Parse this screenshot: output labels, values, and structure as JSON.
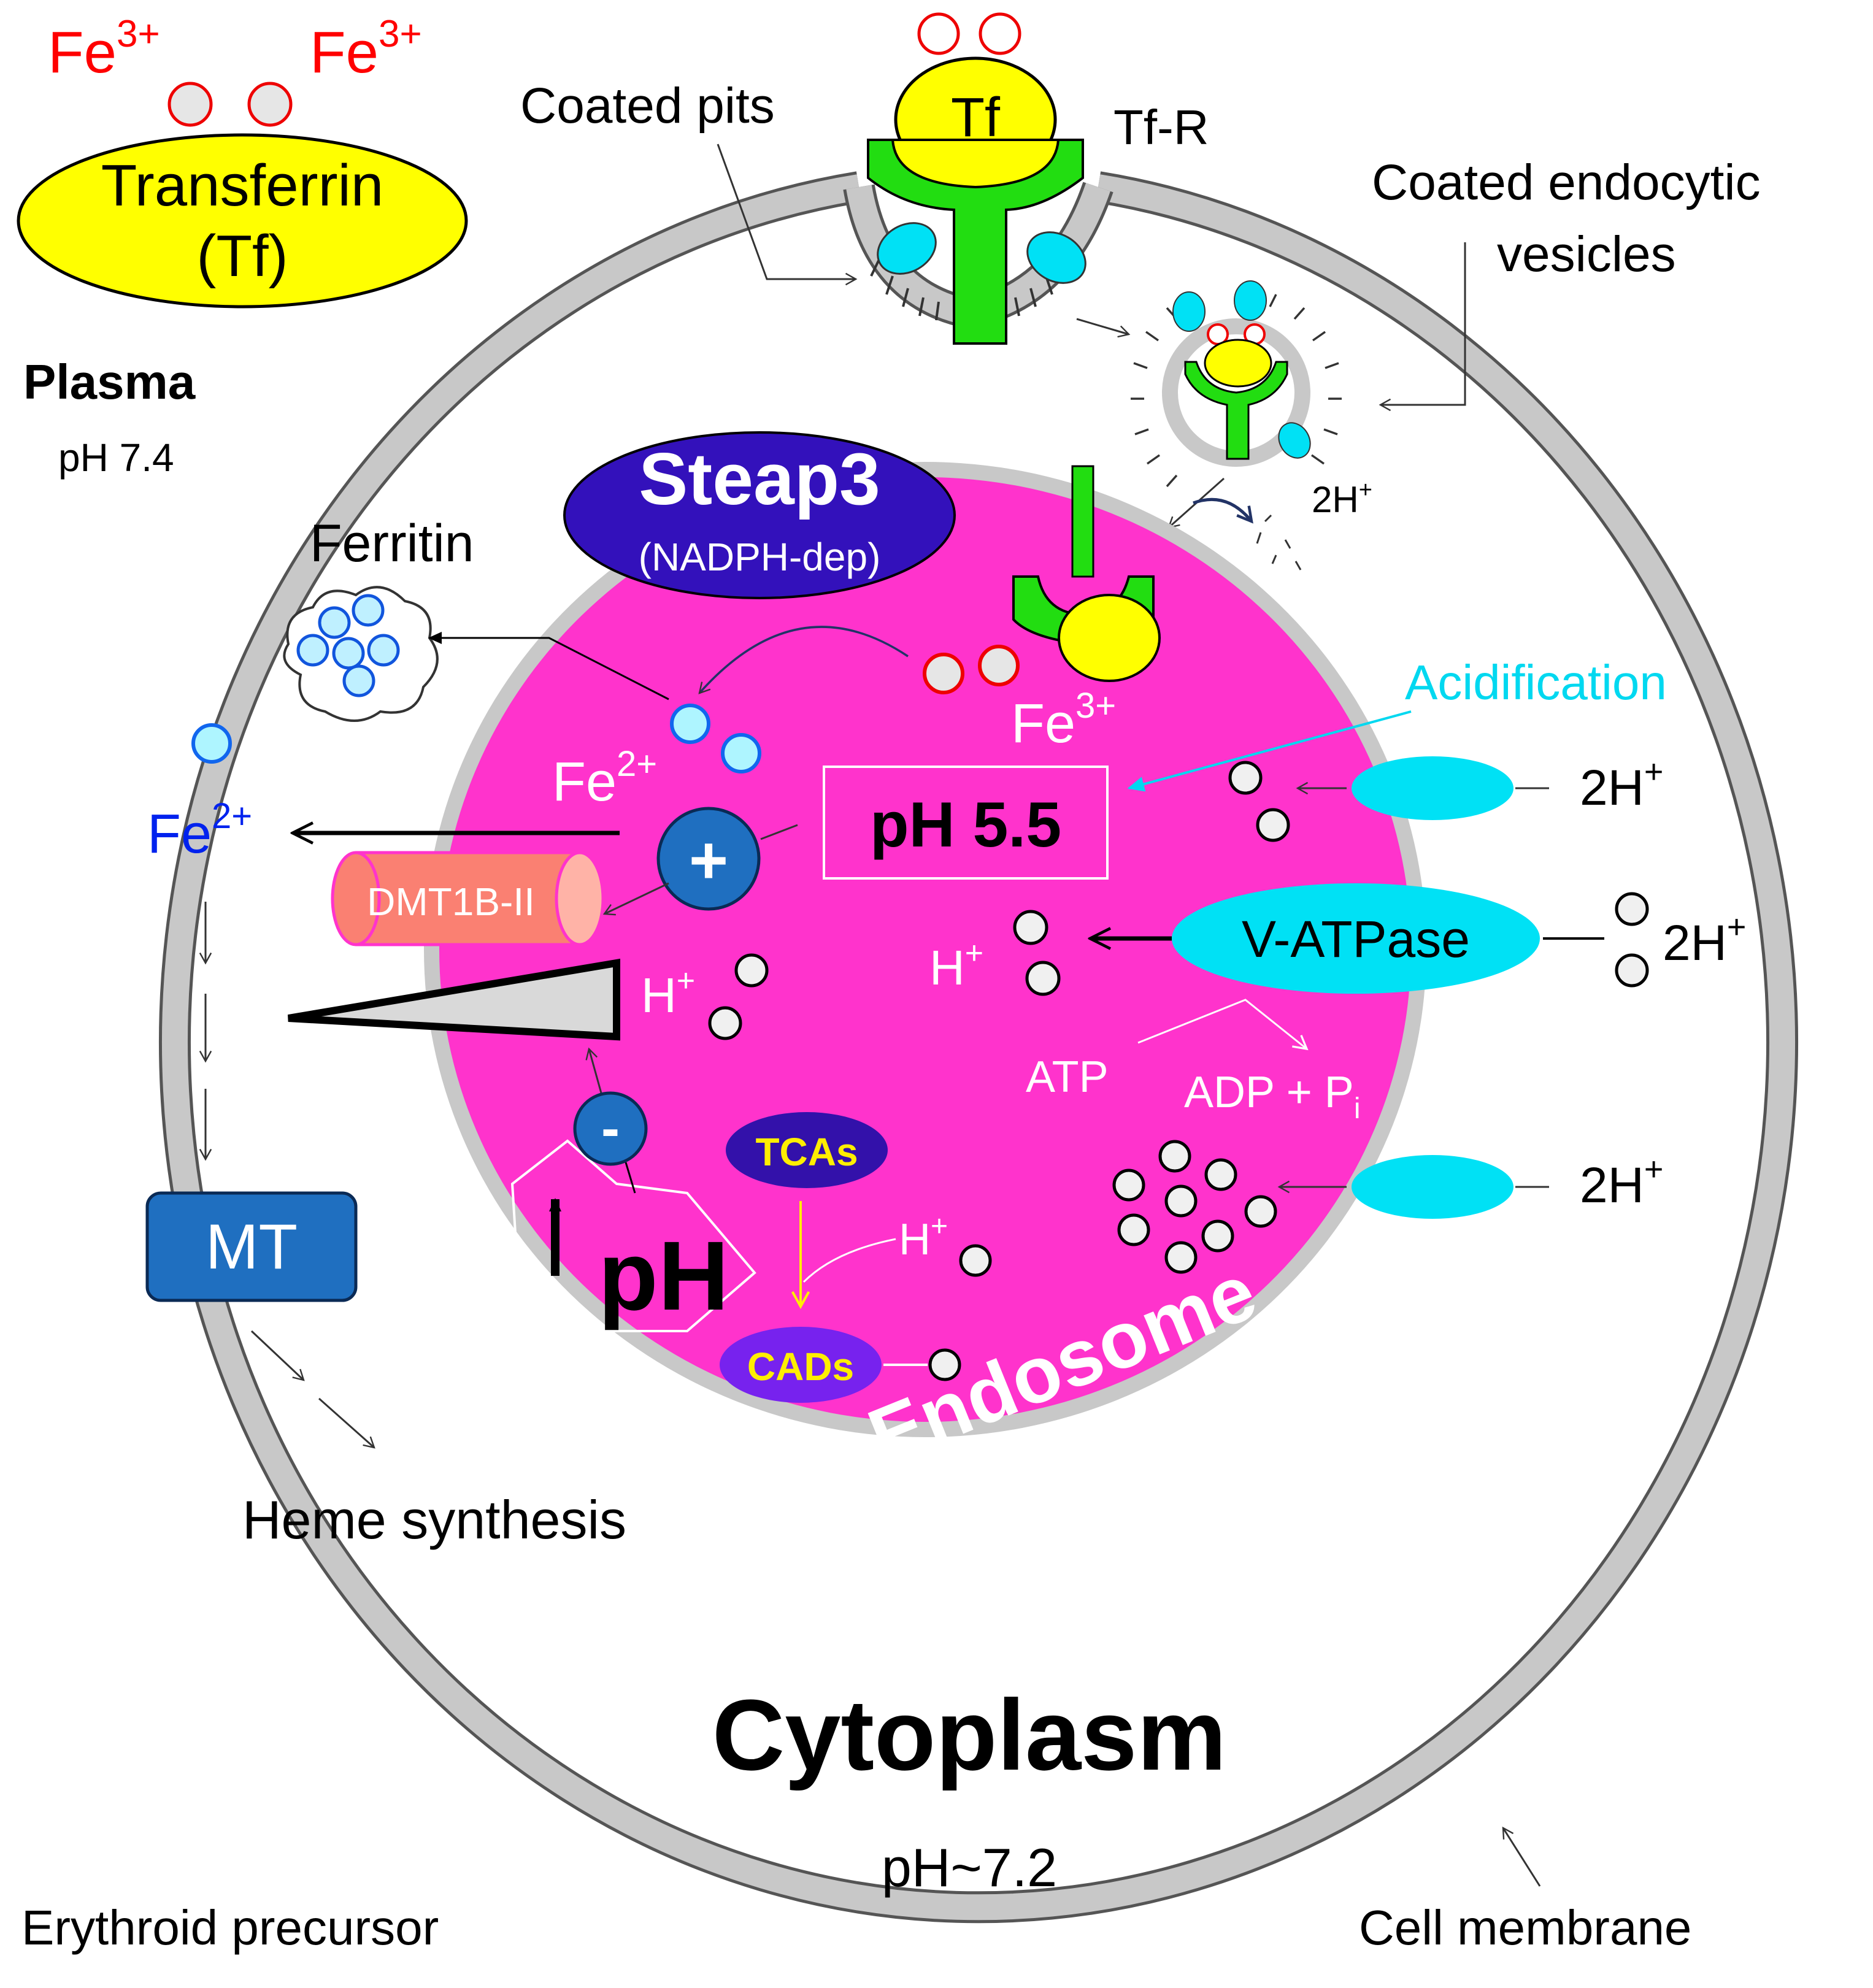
{
  "labels": {
    "fe3_left": "Fe",
    "fe3_right": "Fe",
    "fe3_charge": "3+",
    "transferrin_line1": "Transferrin",
    "transferrin_line2": "(Tf)",
    "plasma": "Plasma",
    "plasma_ph": "pH 7.4",
    "coated_pits": "Coated pits",
    "tf": "Tf",
    "tf_r": "Tf-R",
    "coated_vesicles_line1": "Coated endocytic",
    "coated_vesicles_line2": "vesicles",
    "vesicle_2h": "2H",
    "steap3": "Steap3",
    "steap3_sub": "(NADPH-dep)",
    "ferritin": "Ferritin",
    "fe3_endosome": "Fe",
    "acidification": "Acidification",
    "fe2_endosome": "Fe",
    "fe2_charge": "2+",
    "ph55": "pH 5.5",
    "fe2_cytoplasm": "Fe",
    "dmt1": "DMT1B-II",
    "plus": "+",
    "minus": "-",
    "h_plus_left": "H",
    "h_plus_mid": "H",
    "h_plus_bottom": "H",
    "plus_sup": "+",
    "v_atpase": "V-ATPase",
    "two_h_1": "2H",
    "two_h_2": "2H",
    "two_h_3": "2H",
    "atp": "ATP",
    "adp": "ADP + P",
    "adp_sub": "i",
    "tcas": "TCAs",
    "cads": "CADs",
    "ph_up": "pH",
    "mt": "MT",
    "endosome": "Endosome",
    "heme": "Heme synthesis",
    "cytoplasm": "Cytoplasm",
    "cytoplasm_ph": "pH~7.2",
    "erythroid": "Erythroid precursor",
    "cell_membrane": "Cell membrane"
  },
  "colors": {
    "endosome": "#ff33cc",
    "membrane": "#c8c8c8",
    "transferrin": "#ffff00",
    "receptor": "#22dd11",
    "pump": "#00e1f5",
    "steap3": "#3311bb",
    "dmt1": "#fa8072",
    "fe3": "#ff0000",
    "fe2_blue": "#0022ee",
    "acidification": "#00d8f0",
    "mt": "#1f6fc0",
    "tcas": "#3311aa",
    "cads": "#7722ee",
    "cads_text": "#ffee00"
  }
}
